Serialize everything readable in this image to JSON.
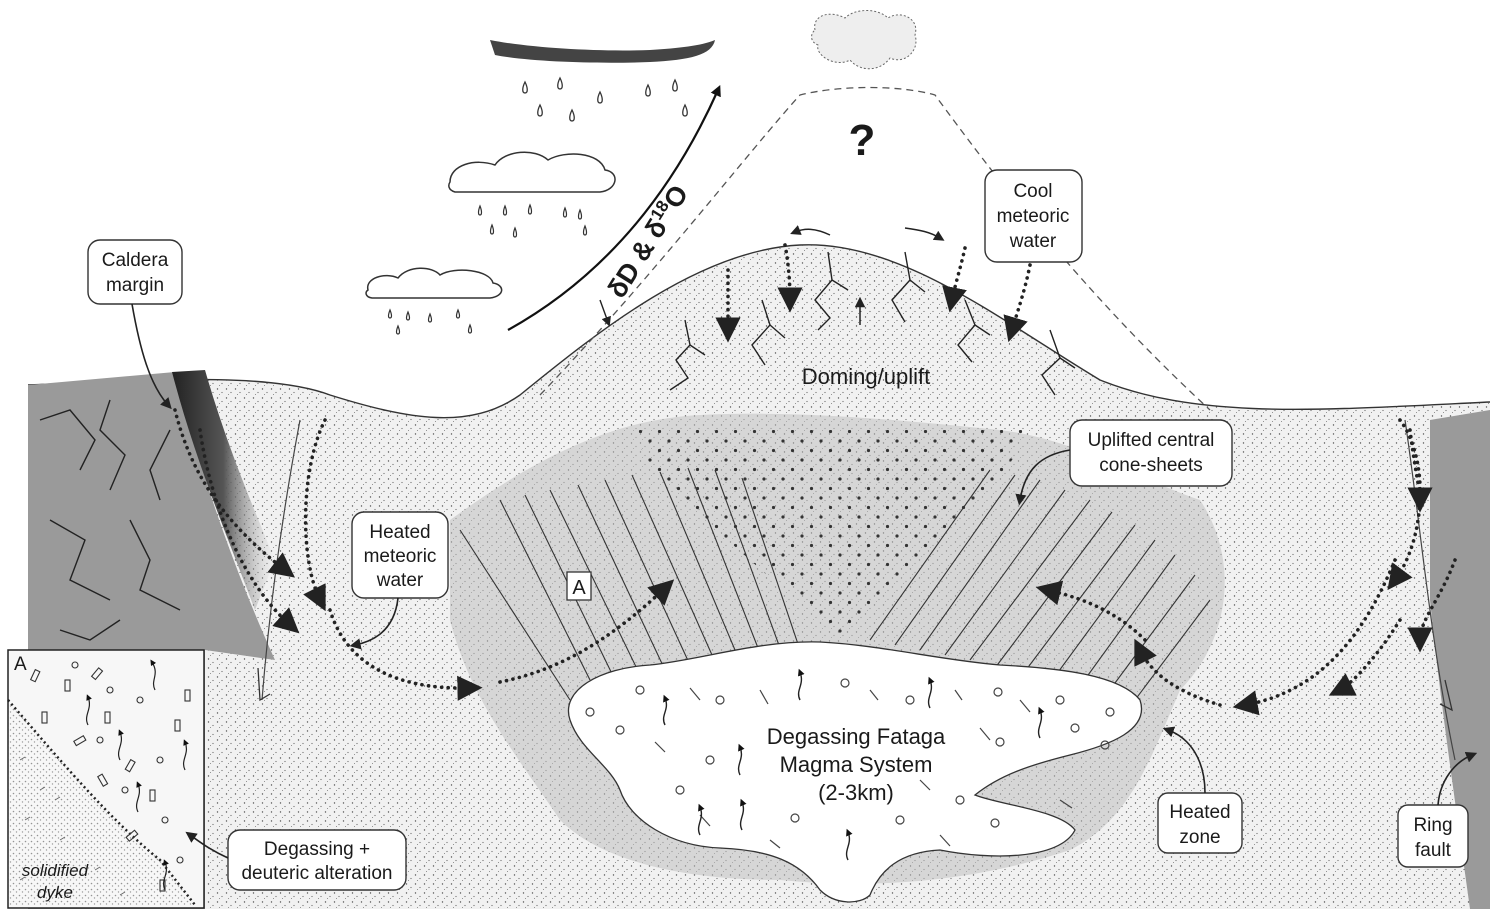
{
  "diagram": {
    "labels": {
      "caldera_margin": [
        "Caldera",
        "margin"
      ],
      "cool_meteoric_water": [
        "Cool",
        "meteoric",
        "water"
      ],
      "heated_meteoric_water": [
        "Heated",
        "meteoric",
        "water"
      ],
      "uplifted_cone_sheets": [
        "Uplifted central",
        "cone-sheets"
      ],
      "doming_uplift": "Doming/uplift",
      "magma_system": [
        "Degassing Fataga",
        "Magma System",
        "(2-3km)"
      ],
      "heated_zone": [
        "Heated",
        "zone"
      ],
      "ring_fault": [
        "Ring",
        "fault"
      ],
      "degassing_alteration": [
        "Degassing +",
        "deuteric alteration"
      ],
      "isotope_label": "δD & δ18O",
      "question_mark": "?",
      "inset_letter": "A",
      "inset_dyke": [
        "solidified",
        "dyke"
      ],
      "location_marker": "A"
    },
    "colors": {
      "host_rock": "#9a9a9a",
      "fill_deposit": "#ececec",
      "heated_zone": "#cfcfcf",
      "magma": "#ffffff",
      "ink": "#222222"
    }
  }
}
